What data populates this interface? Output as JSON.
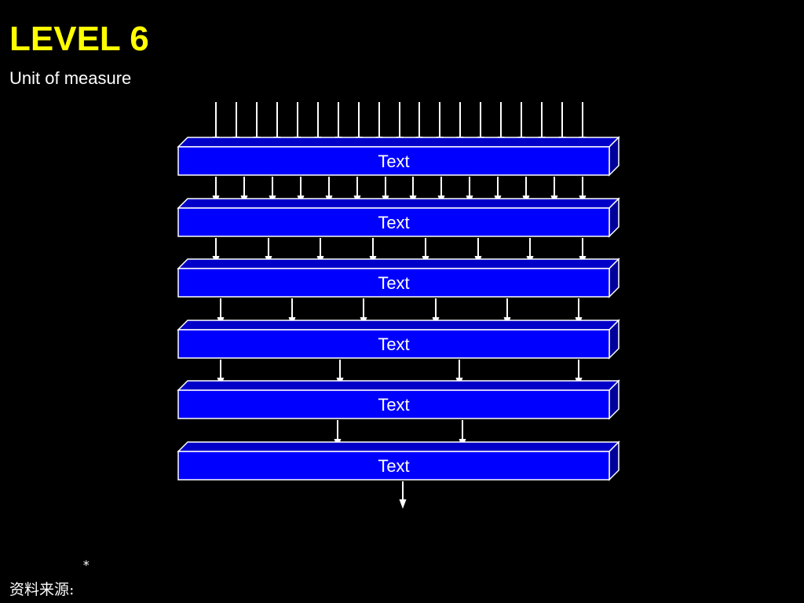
{
  "slide": {
    "title": "LEVEL 6",
    "subtitle": "Unit of measure",
    "footnote_marker": "*",
    "source_label": "资料来源:"
  },
  "diagram": {
    "levels": [
      {
        "label": "Text",
        "incoming_arrows": 19
      },
      {
        "label": "Text",
        "incoming_arrows": 14
      },
      {
        "label": "Text",
        "incoming_arrows": 8
      },
      {
        "label": "Text",
        "incoming_arrows": 6
      },
      {
        "label": "Text",
        "incoming_arrows": 4
      },
      {
        "label": "Text",
        "incoming_arrows": 2
      }
    ],
    "outgoing_arrows": 1
  },
  "colors": {
    "background": "#000000",
    "title": "#ffff00",
    "bar_face": "#0000ff",
    "bar_top": "#0000c8",
    "bar_side": "#00009a",
    "bar_stroke": "#ffffff",
    "arrow": "#ffffff",
    "text": "#ffffff"
  }
}
